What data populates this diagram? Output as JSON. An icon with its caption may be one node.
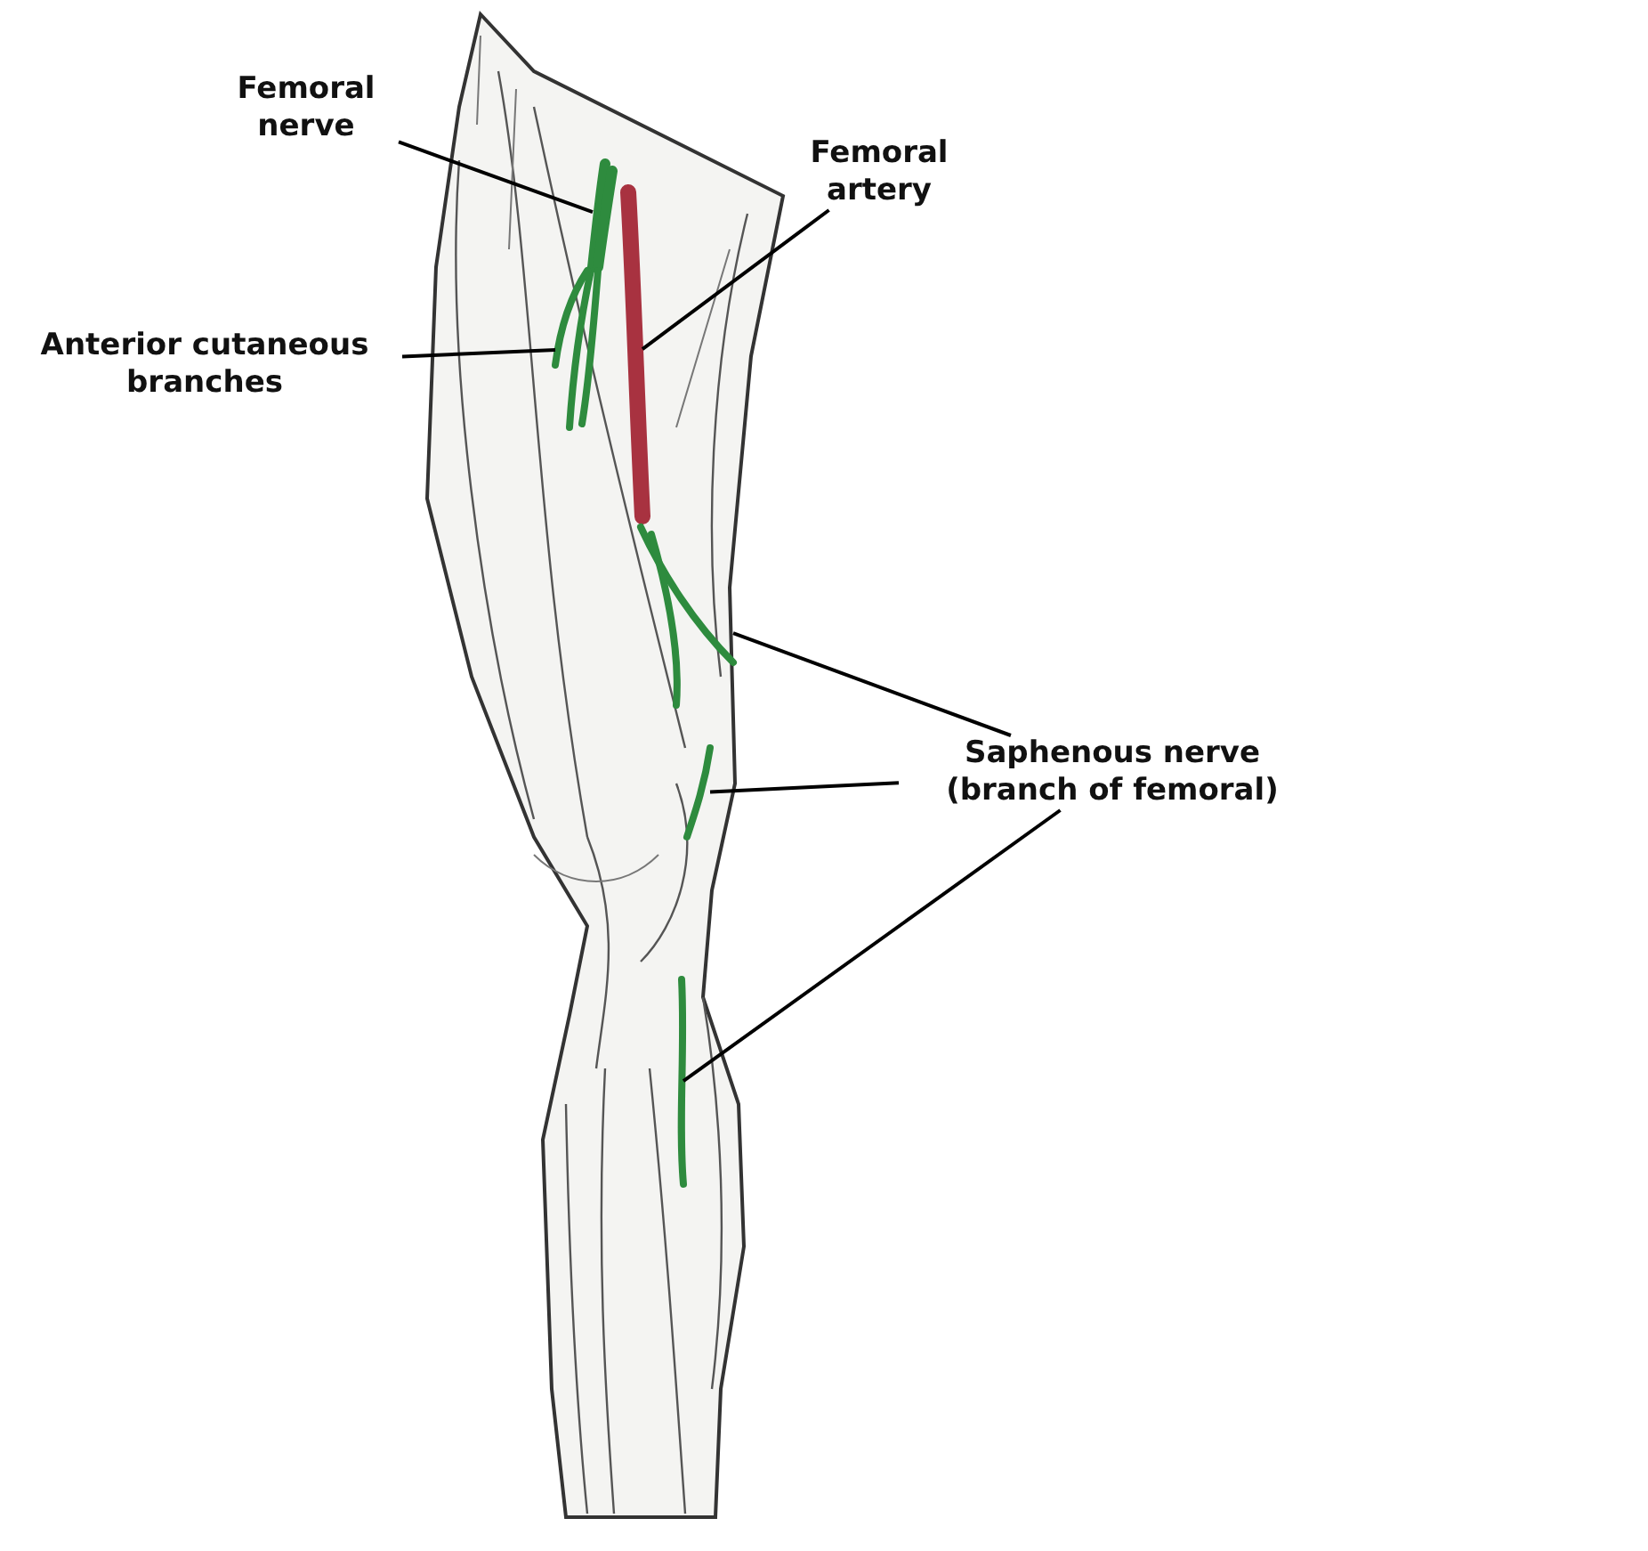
{
  "diagram": {
    "nodes": [
      {
        "text": [
          "Femoral nerve"
        ]
      },
      {
        "text": [
          "Femoral artery"
        ]
      },
      {
        "text": [
          "Anterior cutaneous branches"
        ]
      },
      {
        "text": [
          "Saphenous nerve (branch of femoral)"
        ]
      },
      {
        "text": [],
        "shape": "picture"
      },
      {
        "text": [],
        "shape": "picture"
      },
      {
        "text": [],
        "shape": "picture"
      },
      {
        "text": [],
        "shape": "picture"
      },
      {
        "text": [],
        "shape": "picture"
      },
      {
        "text": [],
        "shape": "picture"
      }
    ],
    "edges": [
      {
        "from": 0,
        "to": 4,
        "arrow": "none"
      },
      {
        "from": 1,
        "to": 5,
        "arrow": "none"
      },
      {
        "from": 2,
        "to": 6,
        "arrow": "none"
      },
      {
        "from": 3,
        "to": 7,
        "arrow": "none"
      },
      {
        "from": 3,
        "to": 8,
        "arrow": "none"
      },
      {
        "from": 3,
        "to": 9,
        "arrow": "none"
      }
    ]
  }
}
